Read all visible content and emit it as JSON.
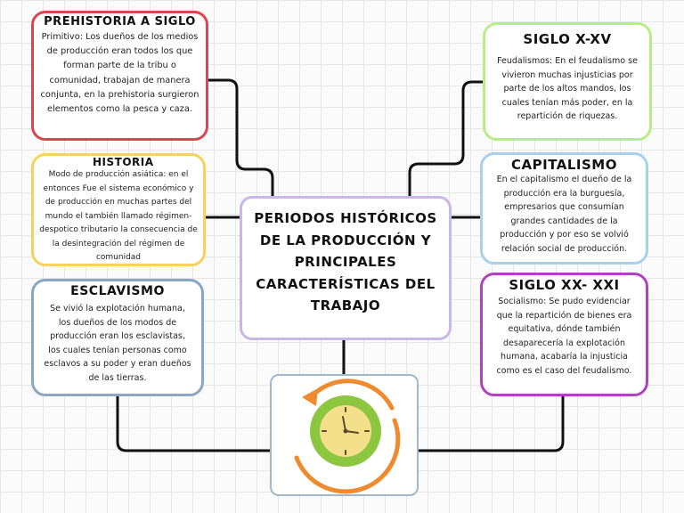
{
  "central": {
    "title": "PERIODOS HISTÓRICOS  DE LA PRODUCCIÓN Y PRINCIPALES CARACTERÍSTICAS DEL TRABAJO"
  },
  "nodes": {
    "prehistoria": {
      "title": "PREHISTORIA A SIGLO",
      "body": "Primitivo: Los dueños de los medios de producción eran todos los que forman parte de la tribu o comunidad, trabajan de manera conjunta, en la prehistoria surgieron elementos como la pesca y caza.",
      "color": "#d9464e"
    },
    "historia": {
      "title": "HISTORIA",
      "body": "Modo de producción asiática: en el entonces Fue el sistema económico y de producción en muchas partes del mundo el también llamado régimen-despotico tributario la consecuencia de la desintegración del régimen de comunidad",
      "color": "#f5d35a"
    },
    "esclavismo": {
      "title": "ESCLAVISMO",
      "body": "Se vivió la explotación humana, los dueños de los modos de producción eran los esclavistas, los cuales tenían personas como esclavos a su poder y eran dueños de las tierras.",
      "color": "#8aa7c2"
    },
    "siglo_x_xv": {
      "title": "SIGLO X-XV",
      "body": "Feudalismos: En el feudalismo se vivieron muchas injusticias por parte de los altos mandos, los cuales tenían más poder, en la repartición de riquezas.",
      "color": "#b8ec88"
    },
    "capitalismo": {
      "title": "CAPITALISMO",
      "body": "En el capitalismo el dueño de la producción era la burguesía, empresarios que consumían grandes cantidades de la producción y por eso se volvió relación social de producción.",
      "color": "#a9d0ea"
    },
    "siglo_xx_xxi": {
      "title": "SIGLO XX- XXI",
      "body": "Socialismo:  Se pudo evidenciar que la repartición de bienes era equitativa, dónde también desaparecería la explotación humana, acabaría la injusticia como es el caso del  feudalismo.",
      "color": "#b042c0"
    }
  },
  "illustration": {
    "icon": "clock-with-circular-arrow-icon",
    "colors": {
      "clock_face": "#f3df8a",
      "clock_ring": "#8cc63f",
      "arrow": "#f08a2e"
    }
  },
  "connector_color": "#111111"
}
